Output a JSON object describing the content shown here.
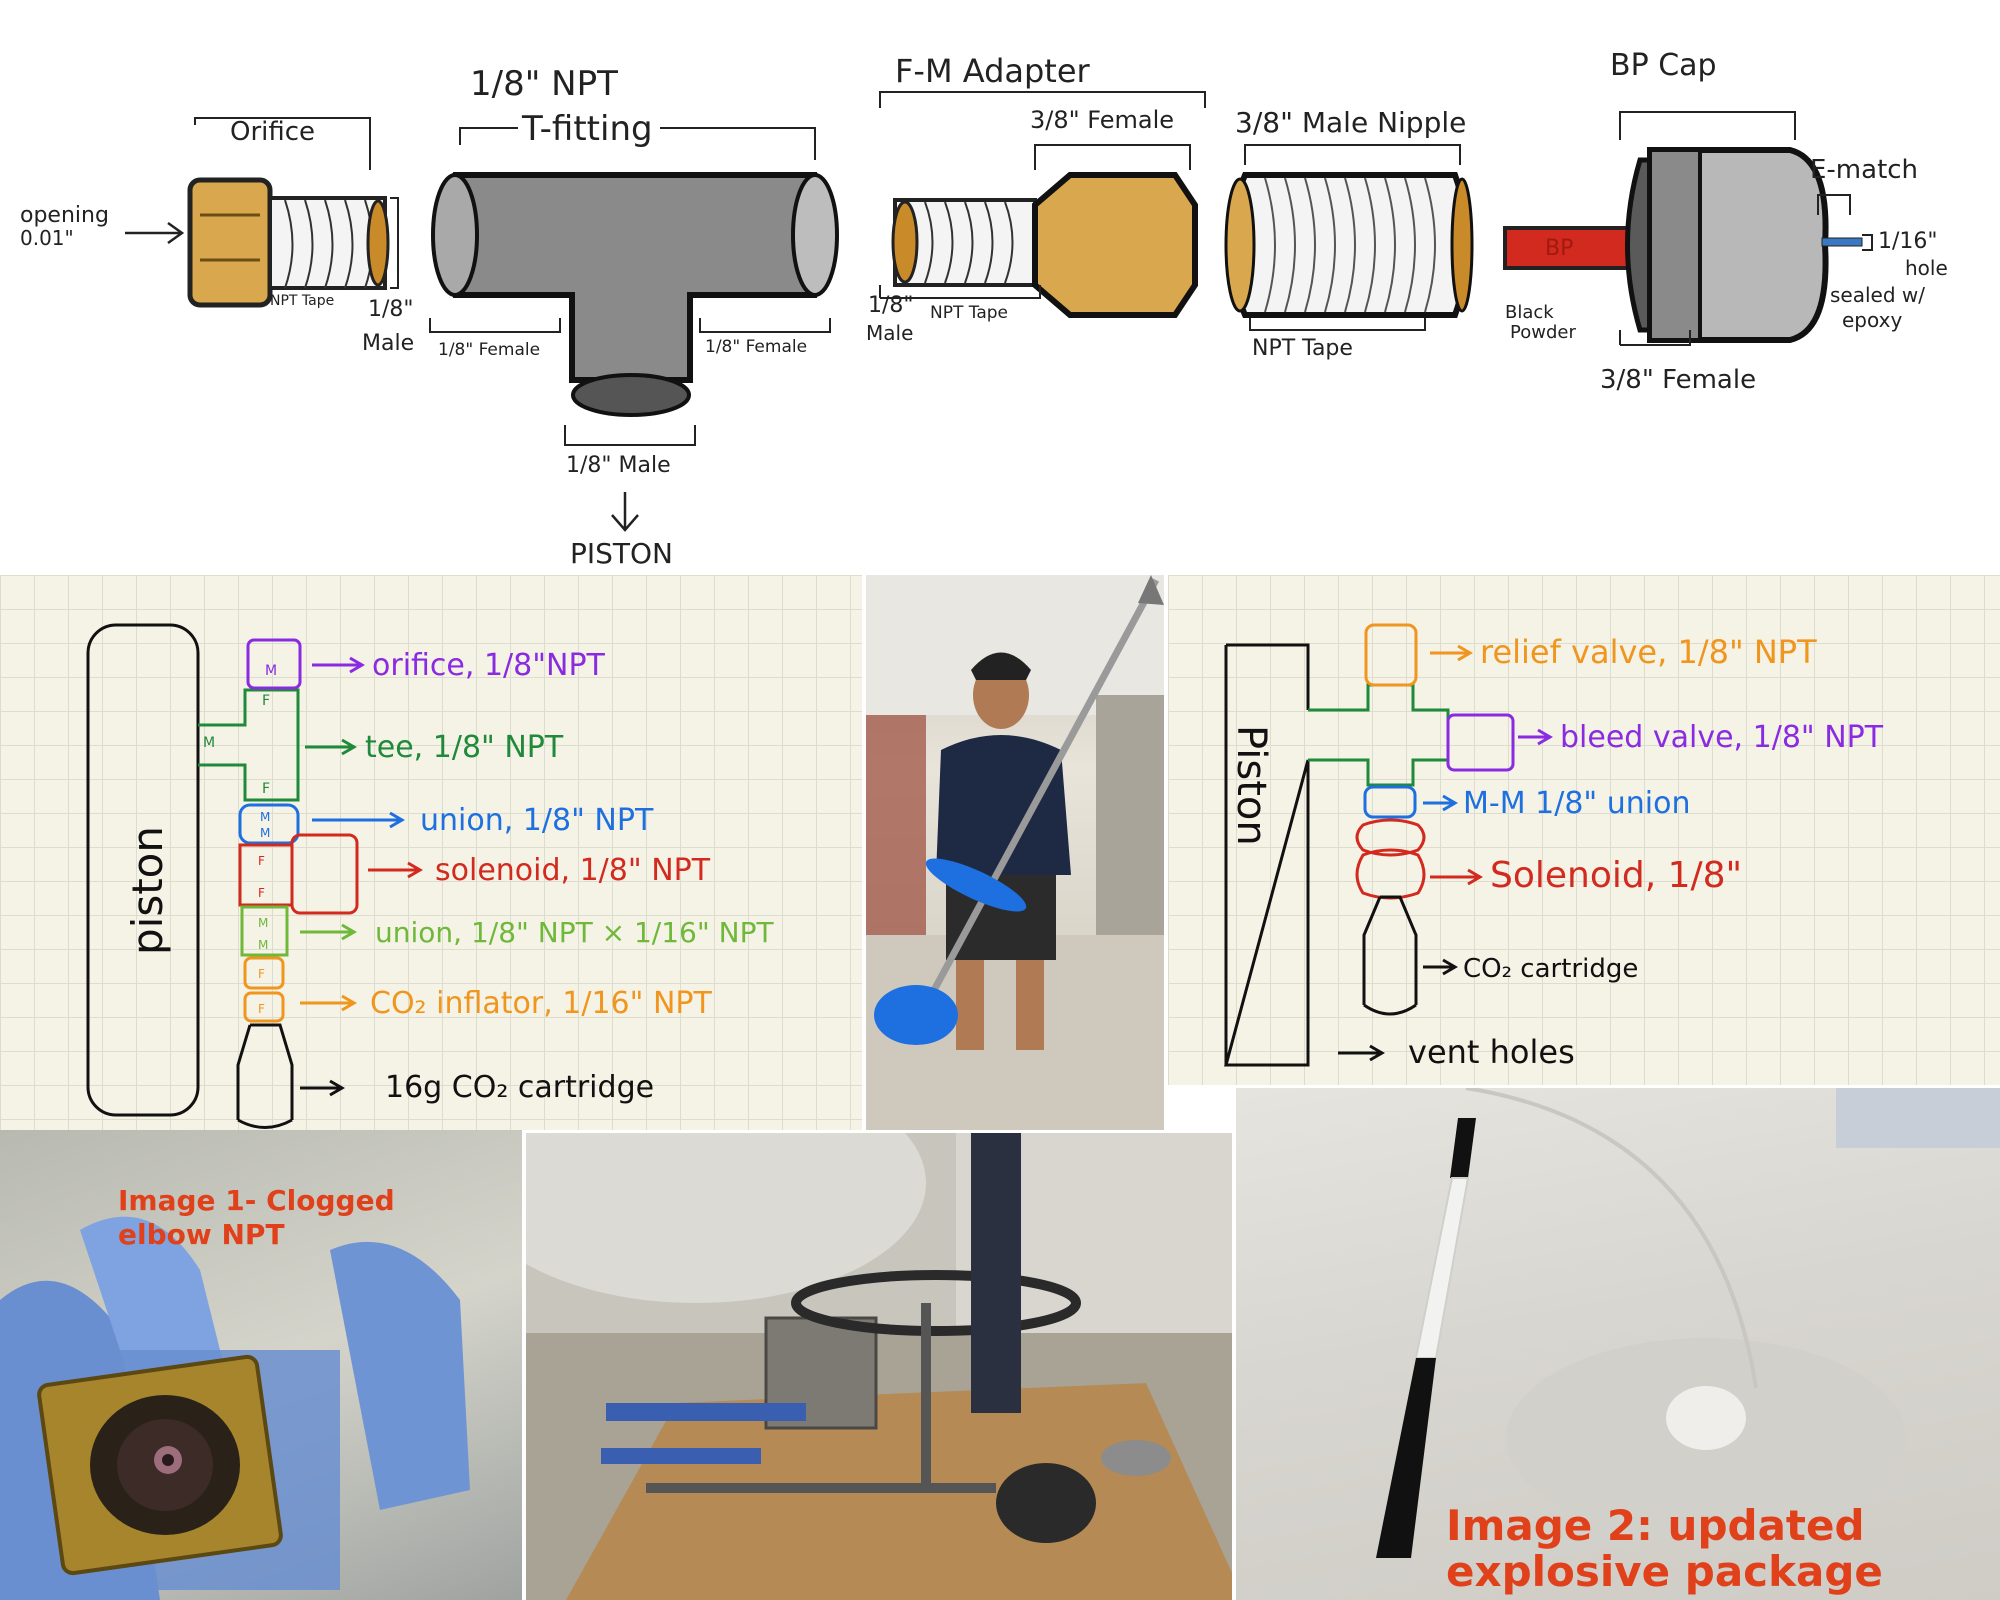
{
  "top_diagram": {
    "orifice": {
      "title": "Orifice",
      "opening_label": "opening",
      "opening_value": "0.01\"",
      "tape_label": "NPT Tape",
      "male_label": "1/8\"",
      "male_word": "Male"
    },
    "tfitting": {
      "title_line1": "1/8\" NPT",
      "title_line2": "T-fitting",
      "left_label": "1/8\" Female",
      "right_label": "1/8\" Female",
      "bottom_label": "1/8\" Male",
      "arrow_target": "PISTON"
    },
    "adapter": {
      "title": "F-M Adapter",
      "female_label": "3/8\" Female",
      "male_label": "1/8\"",
      "male_word": "Male",
      "tape_label": "NPT Tape"
    },
    "nipple": {
      "title": "3/8\" Male Nipple",
      "tape_label": "NPT Tape"
    },
    "bpcap": {
      "title": "BP Cap",
      "bp_text": "BP",
      "powder_line1": "Black",
      "powder_line2": "Powder",
      "female_label": "3/8\" Female",
      "ematch_label": "E-match",
      "hole_line1": "1/16\"",
      "hole_line2": "hole",
      "hole_line3": "sealed w/",
      "hole_line4": "epoxy"
    }
  },
  "left_diagram": {
    "piston_label": "piston",
    "labels": [
      "orifice, 1/8\"NPT",
      "tee, 1/8\" NPT",
      "union, 1/8\" NPT",
      "solenoid, 1/8\" NPT",
      "union, 1/8\" NPT × 1/16\" NPT",
      "CO₂ inflator, 1/16\" NPT",
      "16g CO₂ cartridge"
    ]
  },
  "right_diagram": {
    "piston_label": "Piston",
    "labels": [
      "relief valve, 1/8\" NPT",
      "bleed valve, 1/8\" NPT",
      "M-M 1/8\" union",
      "Solenoid, 1/8\"",
      "CO₂ cartridge",
      "vent holes"
    ]
  },
  "photos": {
    "image1_caption_line1": "Image 1- Clogged",
    "image1_caption_line2": "elbow NPT",
    "image2_caption_line1": "Image 2: updated",
    "image2_caption_line2": "explosive package"
  },
  "colors": {
    "purple": "#8a2be2",
    "green": "#1f8a3a",
    "blue": "#1e6fe0",
    "red": "#d22a1e",
    "light_green": "#6fb83a",
    "orange": "#f0961e",
    "brass": "#d9a84e",
    "steel": "#8a8a8a",
    "caption_red": "#e0401a"
  }
}
